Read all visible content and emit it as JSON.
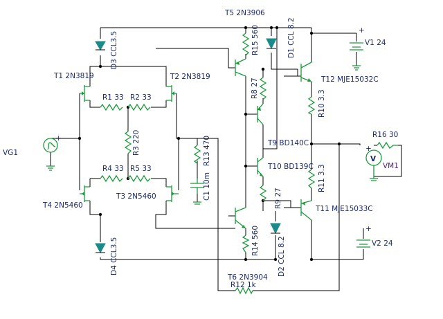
{
  "components": {
    "t1": "T1 2N3819",
    "t2": "T2 2N3819",
    "t3": "T3 2N5460",
    "t4": "T4 2N5460",
    "t5": "T5 2N3906",
    "t6": "T6 2N3904",
    "t9": "T9 BD140C",
    "t10": "T10 BD139C",
    "t11": "T11 MJE15033C",
    "t12": "T12 MJE15032C",
    "d1": "D1 CCL 8.2",
    "d2": "D2 CCL 8.2",
    "d3": "D3 CCL3.5",
    "d4": "D4 CCL3.5",
    "r1": "R1 33",
    "r2": "R2 33",
    "r3": "R3 220",
    "r4": "R4 33",
    "r5": "R5 33",
    "r8": "R8 27",
    "r9": "R9 27",
    "r10": "R10 3.3",
    "r11": "R11 3.3",
    "r12": "R12 1k",
    "r13": "R13 470",
    "r14": "R14 560",
    "r15": "R15 560",
    "r16": "R16 30",
    "c1": "C1 10m",
    "v1": "V1 24",
    "v2": "V2 24",
    "vg1": "VG1",
    "vm1": "VM1"
  },
  "symbols": {
    "plus": "+",
    "volt": "V"
  },
  "colors": {
    "wire": "#000000",
    "component": "#1a9a3a",
    "diode": "#1a8a8a",
    "label": "#1a2a66",
    "meter_label": "#5a1a7a"
  }
}
